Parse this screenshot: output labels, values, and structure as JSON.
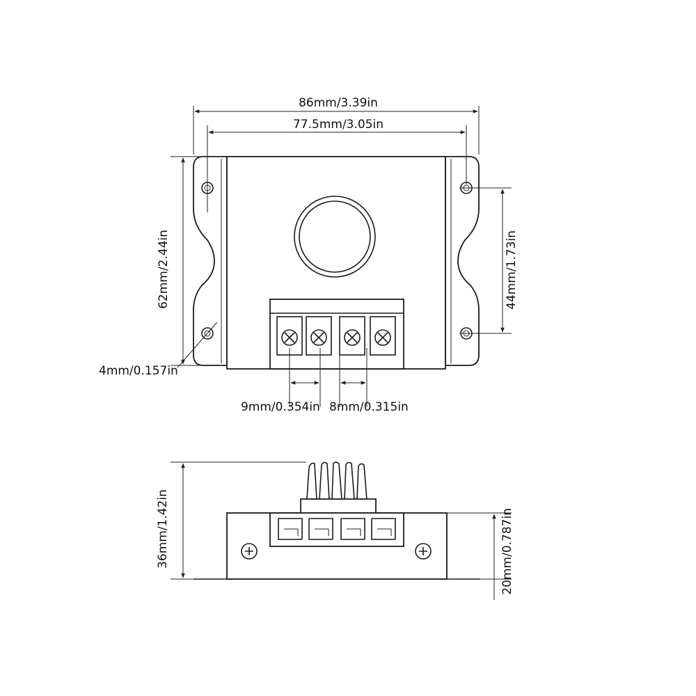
{
  "dimensions": {
    "overall_width": "86mm/3.39in",
    "hole_spacing_width": "77.5mm/3.05in",
    "overall_height": "62mm/2.44in",
    "hole_spacing_height": "44mm/1.73in",
    "hole_diameter": "4mm/0.157in",
    "terminal_pitch_a": "9mm/0.354in",
    "terminal_pitch_b": "8mm/0.315in",
    "total_depth": "36mm/1.42in",
    "body_depth": "20mm/0.787in"
  },
  "colors": {
    "line": "#1a1a1a",
    "background": "#ffffff"
  }
}
